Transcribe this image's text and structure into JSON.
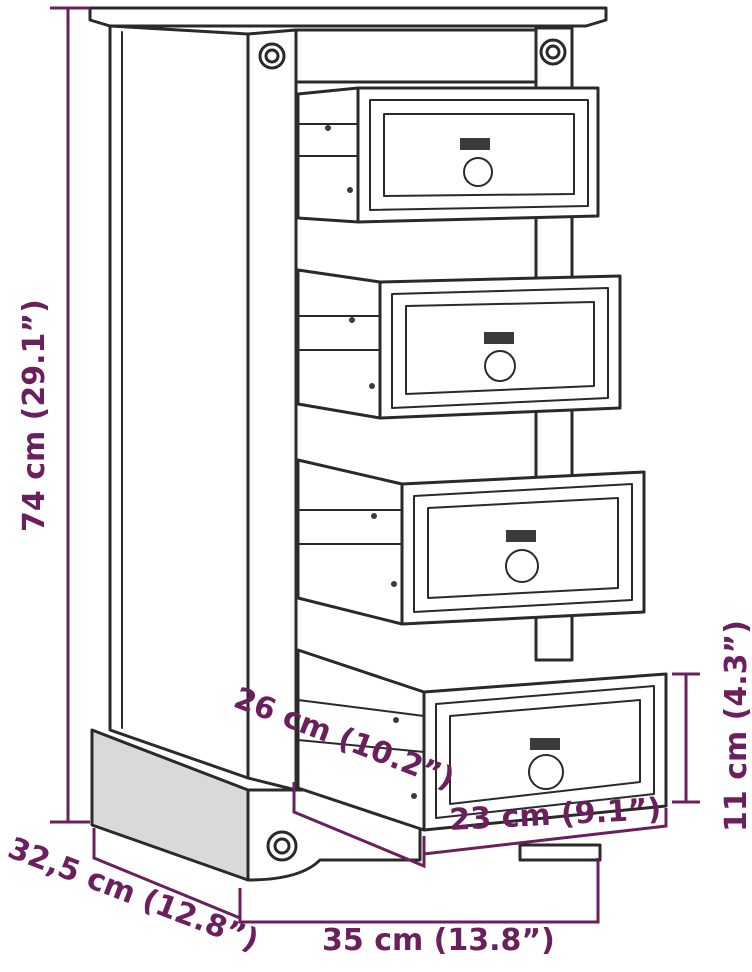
{
  "colors": {
    "dimension": "#6b1f5c",
    "ink": "#2a2a2a",
    "fill": "#ffffff",
    "shade": "#d9d9d9"
  },
  "dimensions": {
    "height": "74 cm (29.1”)",
    "depth": "32,5 cm (12.8”)",
    "width": "35 cm (13.8”)",
    "drawer_depth": "26 cm (10.2”)",
    "drawer_width": "23 cm (9.1”)",
    "drawer_height": "11 cm (4.3”)"
  },
  "drawer_count": 4
}
